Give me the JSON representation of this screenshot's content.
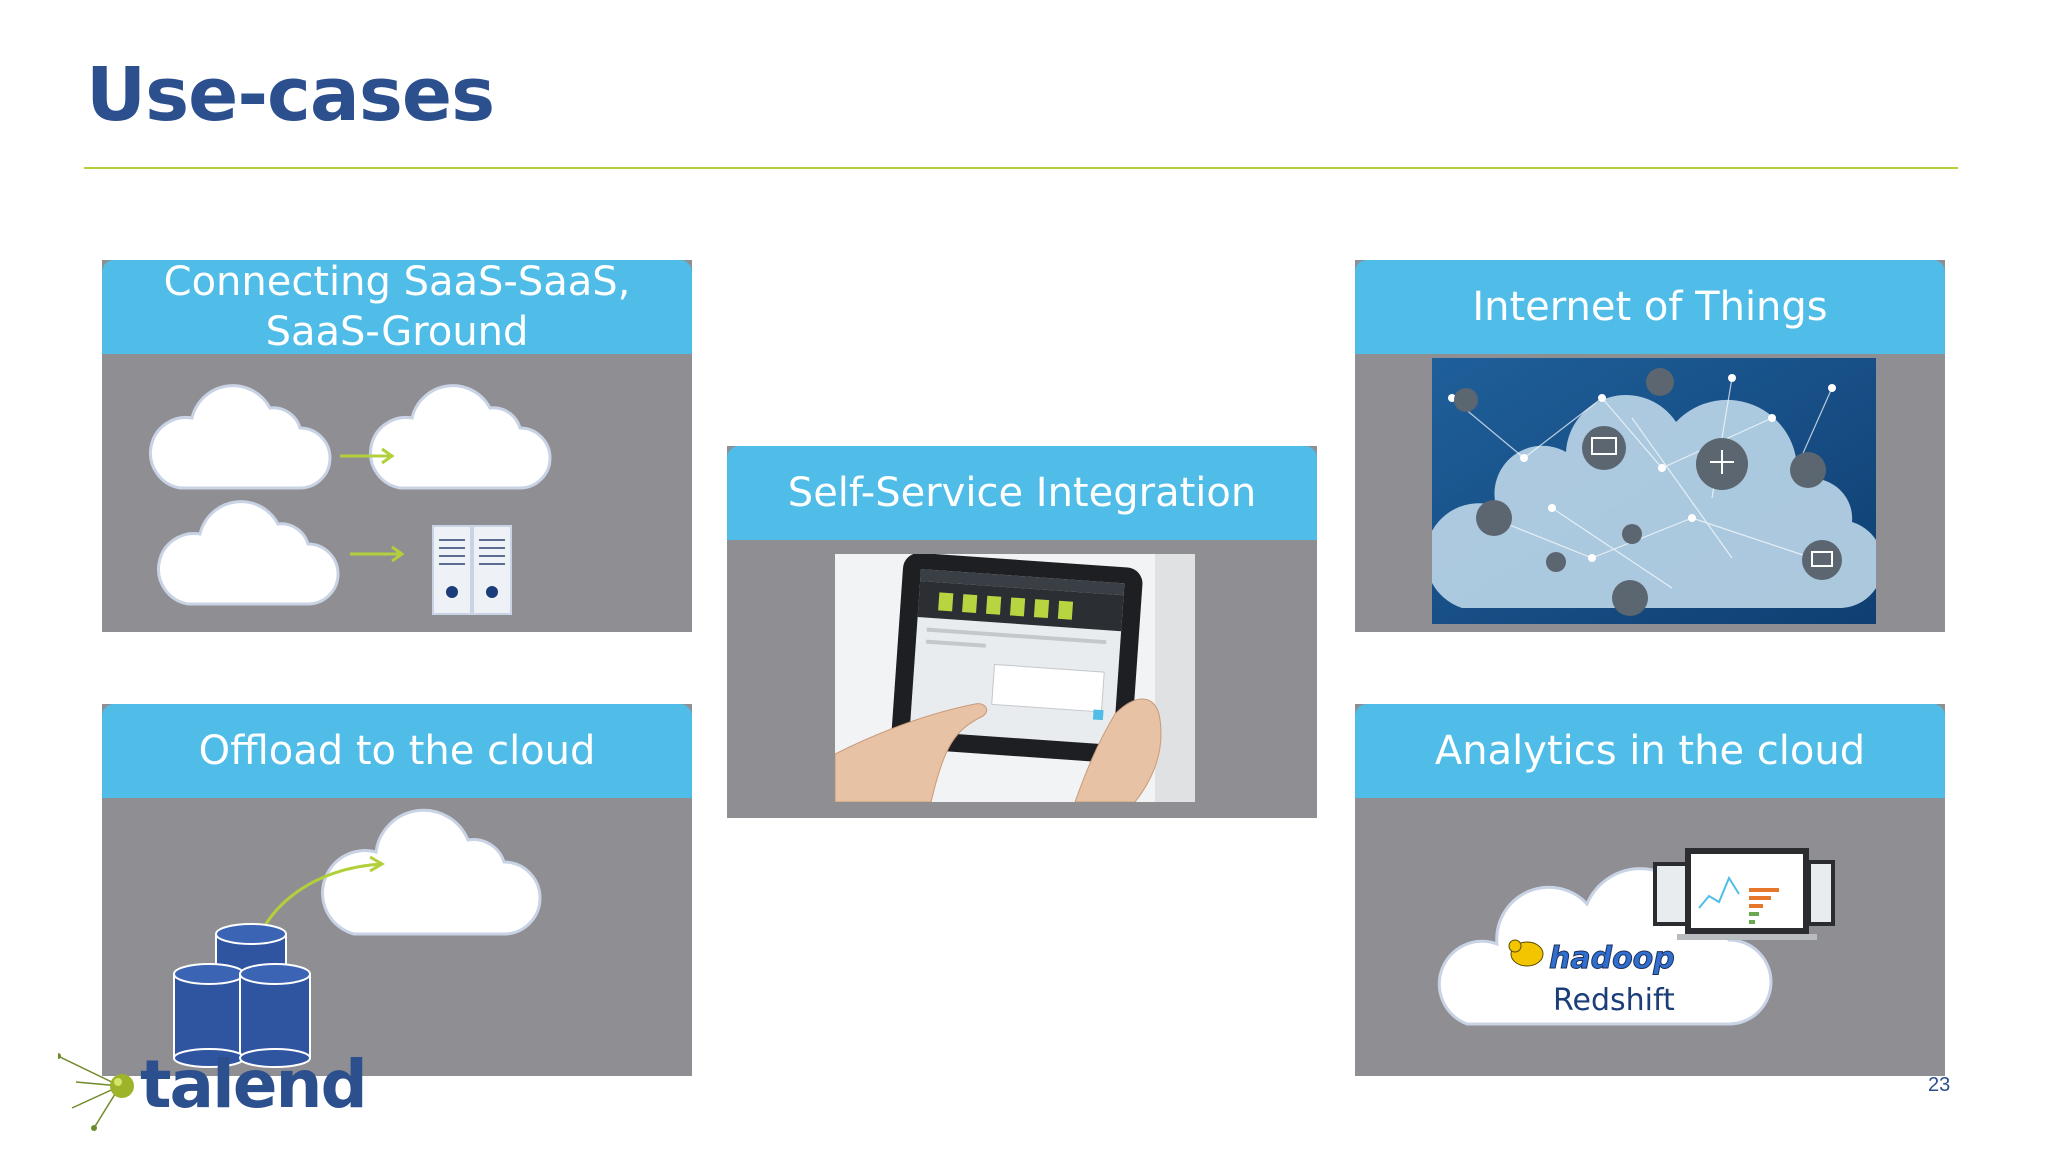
{
  "slide": {
    "title": "Use-cases",
    "page_number": "23",
    "logo_text": "talend"
  },
  "cards": {
    "saas": {
      "title_line1": "Connecting SaaS-SaaS,",
      "title_line2": "SaaS-Ground"
    },
    "offload": {
      "title": "Offload to the cloud"
    },
    "selfservice": {
      "title": "Self-Service Integration"
    },
    "iot": {
      "title": "Internet of Things"
    },
    "analytics": {
      "title": "Analytics in the cloud",
      "hadoop_label": "hadoop",
      "redshift_label": "Redshift"
    }
  },
  "colors": {
    "title": "#2c4f8e",
    "rule": "#b2cf3c",
    "card_header": "#4fbde7",
    "card_body": "#8f8e92",
    "arrow": "#b2cf3c"
  }
}
